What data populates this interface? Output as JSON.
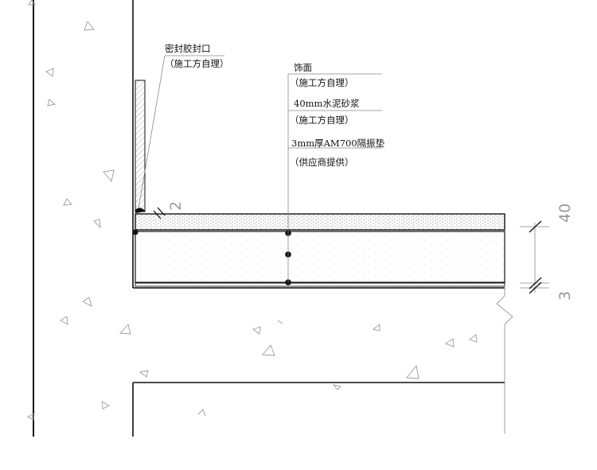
{
  "callouts": {
    "sealant": {
      "title": "密封胶封口",
      "note": "（施工方自理）"
    },
    "finish": {
      "title": "饰面",
      "note": "（施工方自理）"
    },
    "screed": {
      "title": "40mm水泥砂浆",
      "note": "（施工方自理）"
    },
    "pad": {
      "title": "3mm厚AM700隔振垫",
      "note": "（供应商提供）"
    }
  },
  "dimensions": {
    "gap_mark": "2",
    "screed_thickness": "40",
    "pad_thickness": "3"
  },
  "colors": {
    "line": "#111111",
    "aggregate": "#9a9a9a",
    "dimension_text": "#9a9a9a"
  }
}
